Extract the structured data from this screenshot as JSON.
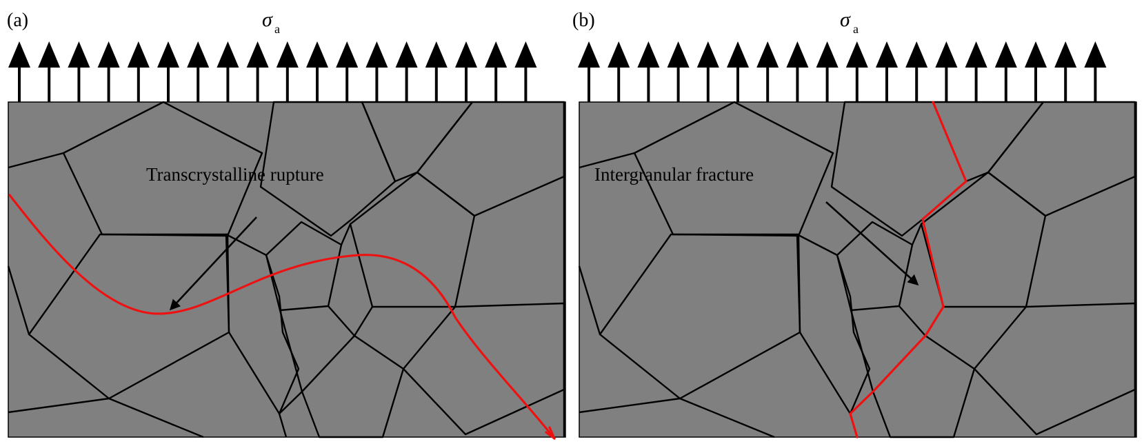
{
  "figure": {
    "panels": [
      {
        "id": "a",
        "label": "(a)",
        "stress_symbol": "σ",
        "stress_subscript": "a",
        "annotation": "Transcrystalline rupture",
        "crack_type": "transgranular",
        "load_arrow_count": 18
      },
      {
        "id": "b",
        "label": "(b)",
        "stress_symbol": "σ",
        "stress_subscript": "a",
        "annotation": "Intergranular fracture",
        "crack_type": "intergranular",
        "load_arrow_count": 18
      }
    ],
    "colors": {
      "crack": "#ee1111",
      "grain_dark": "#808080",
      "grain_light": "#a9a9a9",
      "grain_white": "#ffffff",
      "boundary": "#000000"
    }
  }
}
